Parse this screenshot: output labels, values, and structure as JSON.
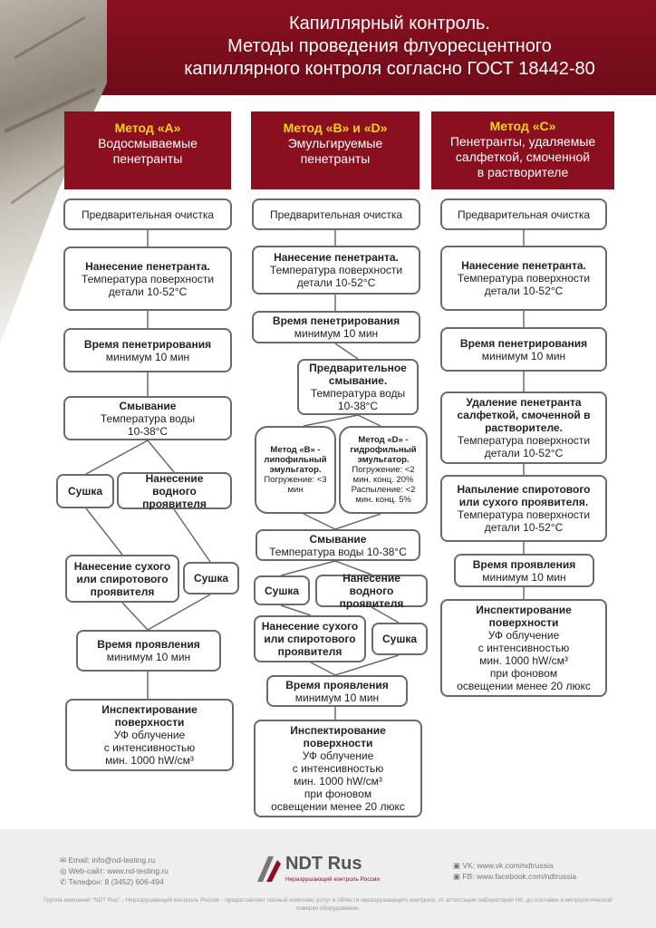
{
  "header": {
    "title_lines": [
      "Капиллярный контроль.",
      "Методы проведения флуоресцентного",
      "капиллярного контроля согласно ГОСТ 18442-80"
    ]
  },
  "columns": [
    {
      "method": "Метод «А»",
      "subtitle_lines": [
        "Водосмываемые",
        "пенетранты"
      ]
    },
    {
      "method": "Метод «B» и «D»",
      "subtitle_lines": [
        "Эмульгируемые",
        "пенетранты"
      ]
    },
    {
      "method": "Метод «С»",
      "subtitle_lines": [
        "Пенетранты, удаляемые",
        "салфеткой, смоченной",
        "в растворителе"
      ]
    }
  ],
  "colA": {
    "pre_clean": "Предварительная очистка",
    "apply_title": "Нанесение пенетранта.",
    "apply_text_1": "Температура поверхности",
    "apply_text_2": "детали 10-52°С",
    "dwell_title": "Время пенетрирования",
    "dwell_text": "минимум 10 мин",
    "rinse_title": "Смывание",
    "rinse_text_1": "Температура воды",
    "rinse_text_2": "10-38°С",
    "dry_1": "Сушка",
    "aqueous_dev": "Нанесение водного проявителя",
    "dry_dev": "Нанесение сухого или спиротового проявителя",
    "dry_2": "Сушка",
    "dev_time_title": "Время проявления",
    "dev_time_text": "минимум 10 мин",
    "inspect_title": "Инспектирование поверхности",
    "inspect_text_1": "УФ облучение",
    "inspect_text_2": "с интенсивностью",
    "inspect_text_3": "мин. 1000 hW/см³"
  },
  "colB": {
    "pre_clean": "Предварительная очистка",
    "apply_title": "Нанесение пенетранта.",
    "apply_text_1": "Температура поверхности",
    "apply_text_2": "детали 10-52°С",
    "dwell_title": "Время пенетрирования",
    "dwell_text": "минимум 10 мин",
    "prerinse_title": "Предварительное смывание.",
    "prerinse_text_1": "Температура воды",
    "prerinse_text_2": "10-38°С",
    "methodB_title": "Метод «B» - липофильный эмульгатор.",
    "methodB_text": "Погружение: <3 мин",
    "methodD_title": "Метод «D» - гидрофильный эмульгатор.",
    "methodD_text_1": "Погружение: <2 мин. конц. 20%",
    "methodD_text_2": "Распыление: <2 мин. конц. 5%",
    "rinse_title": "Смывание",
    "rinse_text": "Температура воды 10-38°С",
    "dry_1": "Сушка",
    "aqueous_dev": "Нанесение водного проявителя",
    "dry_dev": "Нанесение сухого или спиротового проявителя",
    "dry_2": "Сушка",
    "dev_time_title": "Время проявления",
    "dev_time_text": "минимум 10 мин",
    "inspect_title": "Инспектирование поверхности",
    "inspect_text_1": "УФ облучение",
    "inspect_text_2": "с интенсивностью",
    "inspect_text_3": "мин. 1000 hW/см³",
    "inspect_text_4": "при фоновом",
    "inspect_text_5": "освещении менее 20 люкс"
  },
  "colC": {
    "pre_clean": "Предварительная очистка",
    "apply_title": "Нанесение пенетранта.",
    "apply_text_1": "Температура поверхности",
    "apply_text_2": "детали 10-52°С",
    "dwell_title": "Время пенетрирования",
    "dwell_text": "минимум 10 мин",
    "remove_title": "Удаление пенетранта салфеткой, смоченной в растворителе.",
    "remove_text_1": "Температура поверхности",
    "remove_text_2": "детали 10-52°С",
    "spray_title": "Напыление спиротового или сухого проявителя.",
    "spray_text_1": "Температура поверхности",
    "spray_text_2": "детали 10-52°С",
    "dev_time_title": "Время проявления",
    "dev_time_text": "минимум 10 мин",
    "inspect_title": "Инспектирование поверхности",
    "inspect_text_1": "УФ облучение",
    "inspect_text_2": "с интенсивностью",
    "inspect_text_3": "мин. 1000 hW/см³",
    "inspect_text_4": "при фоновом",
    "inspect_text_5": "освещении менее 20 люкс"
  },
  "footer": {
    "email": "Email: info@nd-testing.ru",
    "web": "Web-сайт: www.nd-testing.ru",
    "phone": "Телефон: 8 (3452) 606-494",
    "logo": "NDT Rus",
    "logo_sub": "Неразрушающий контроль России",
    "vk": "VK: www.vk.com/ndtrussia",
    "fb": "FB: www.facebook.com/ndtrussia",
    "disclaimer": "Группа компаний \"NDT Rus\" - Неразрушающий контроль России - предоставляет полный комплекс услуг в области неразрушающего контроля, от аттестации лабораторий НК, до поставки и метрологической поверки оборудования.",
    "accent_color": "#8a1020"
  }
}
